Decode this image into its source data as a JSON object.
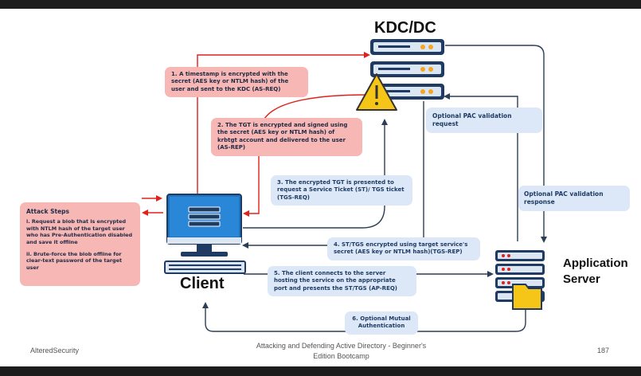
{
  "nodes": {
    "kdc": "KDC/DC",
    "client": "Client",
    "app_server": "Application\nServer"
  },
  "steps": {
    "s1": "1. A timestamp is encrypted with the secret (AES key or NTLM hash) of the user and sent to the KDC (AS-REQ)",
    "s2": "2. The TGT is encrypted and signed using the secret (AES key or NTLM hash) of  krbtgt account and delivered to the user (AS-REP)",
    "s3": "3. The encrypted TGT is presented to request a Service Ticket (ST)/ TGS ticket (TGS-REQ)",
    "s4": "4. ST/TGS encrypted using target service's secret (AES key or NTLM hash)(TGS-REP)",
    "s5": "5. The client connects to the server hosting the service on the appropriate port and presents the ST/TGS (AP-REQ)",
    "s6": "6. Optional Mutual Authentication"
  },
  "pac": {
    "request": "Optional PAC validation request",
    "response": "Optional PAC validation response"
  },
  "attack": {
    "title": "Attack Steps",
    "step1": "i. Request a blob that is encrypted with NTLM hash of the target user who has Pre-Authentication disabled and save it offline",
    "step2": "ii. Brute-force the blob offline for clear-text password of the target user"
  },
  "footer": {
    "left": "AlteredSecurity",
    "center": "Attacking and Defending Active Directory - Beginner's Edition Bootcamp",
    "page": "187"
  },
  "colors": {
    "red_arrow": "#e0201b",
    "dark_arrow": "#2c3e55",
    "pink_box": "#f7b7b5",
    "blue_box": "#dce8f7",
    "server_dark": "#1f3b63",
    "server_light": "#dce6f2",
    "warning": "#f5c518",
    "monitor": "#1e73be"
  }
}
